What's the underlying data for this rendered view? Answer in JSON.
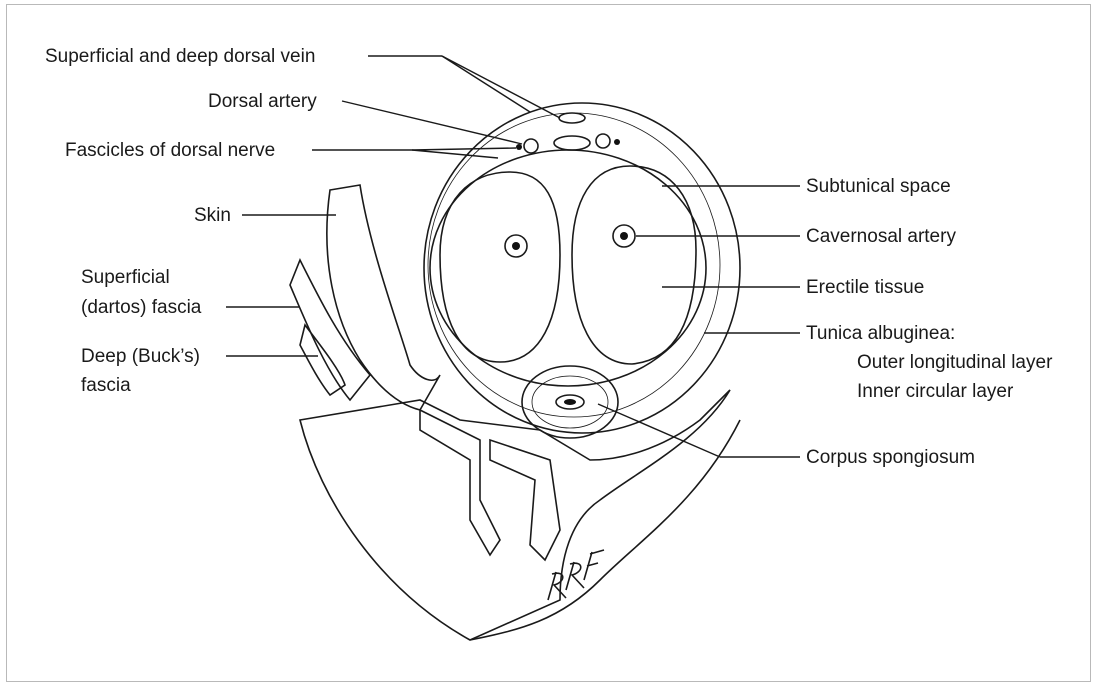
{
  "labels": {
    "superficial_deep_dorsal_vein": "Superficial and deep dorsal vein",
    "dorsal_artery": "Dorsal artery",
    "fascicles_dorsal_nerve": "Fascicles of dorsal nerve",
    "skin": "Skin",
    "superficial_fascia_line1": "Superficial",
    "superficial_fascia_line2": "(dartos) fascia",
    "deep_fascia_line1": "Deep (Buck’s)",
    "deep_fascia_line2": "fascia",
    "subtunical_space": "Subtunical space",
    "cavernosal_artery": "Cavernosal artery",
    "erectile_tissue": "Erectile tissue",
    "tunica_albuginea": "Tunica albuginea:",
    "outer_layer": "Outer longitudinal layer",
    "inner_layer": "Inner circular layer",
    "corpus_spongiosum": "Corpus spongiosum"
  },
  "signature": "RRF",
  "colors": {
    "ink": "#1a1a1a",
    "frame": "#b9b9b9",
    "background": "#ffffff"
  }
}
